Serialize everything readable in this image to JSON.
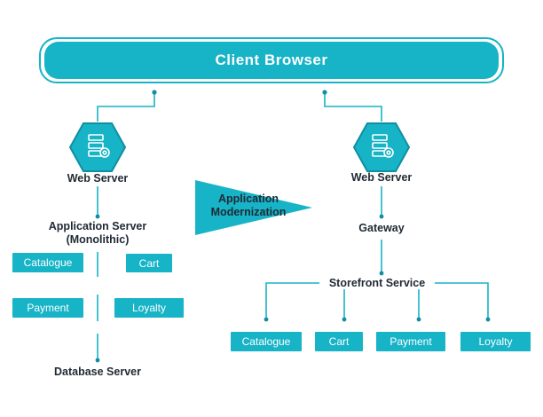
{
  "header": {
    "title": "Client Browser"
  },
  "left": {
    "web_server": "Web Server",
    "app_server_line1": "Application Server",
    "app_server_line2": "(Monolithic)",
    "modules": [
      "Catalogue",
      "Cart",
      "Payment",
      "Loyalty"
    ],
    "database": "Database Server"
  },
  "arrow": {
    "line1": "Application",
    "line2": "Modernization"
  },
  "right": {
    "web_server": "Web Server",
    "gateway": "Gateway",
    "storefront": "Storefront Service",
    "services": [
      "Catalogue",
      "Cart",
      "Payment",
      "Loyalty"
    ]
  },
  "colors": {
    "accent": "#17b3c7",
    "dark_accent": "#0f8fa1",
    "text": "#1f2933"
  },
  "icons": {
    "server": "server-gear-icon"
  }
}
